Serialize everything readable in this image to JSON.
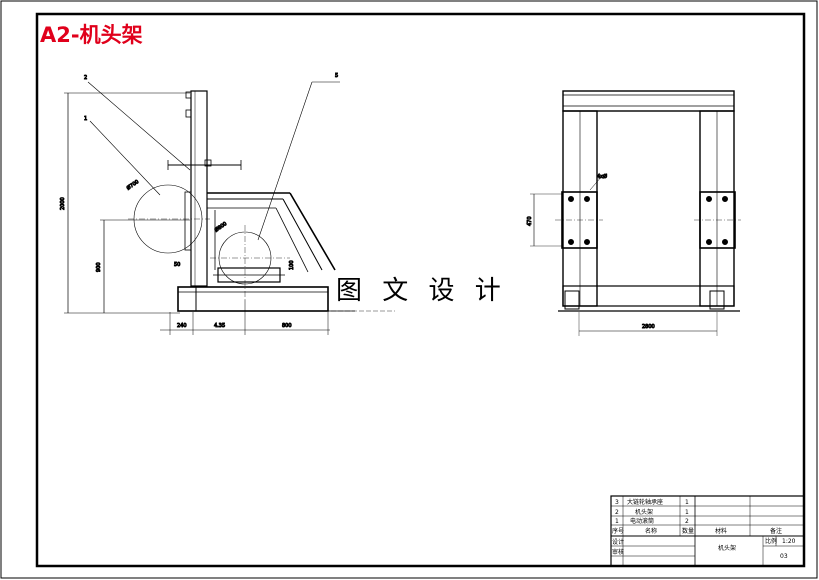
{
  "drawing": {
    "title": "A2-机头架",
    "watermark": "图 文 设 计",
    "colors": {
      "title": "#e0001b",
      "lines": "#000000"
    }
  },
  "side_view": {
    "balloons": [
      "2",
      "1",
      "5"
    ],
    "dimensions": {
      "overall_height": "2000",
      "lower_height": "900",
      "circle_dia_left": "Ø700",
      "circle_dia_right": "Ø800",
      "small_height": "100",
      "small_offset": "50",
      "base_a": "240",
      "base_b": "4.35",
      "base_c": "800"
    }
  },
  "front_view": {
    "dimensions": {
      "block_height": "470",
      "overall_width": "2800",
      "bolt_note": "4xØ"
    }
  },
  "title_block": {
    "bom_rows": [
      {
        "index": "3",
        "name": "大链轮轴承座",
        "qty": "1"
      },
      {
        "index": "2",
        "name": "机头架",
        "qty": "1"
      },
      {
        "index": "1",
        "name": "电动滚筒",
        "qty": "2"
      }
    ],
    "headers": {
      "index": "序号",
      "name": "名称",
      "qty": "数量",
      "material": "材料",
      "remark": "备注"
    },
    "drawing_name": "机头架",
    "scale_label": "比例",
    "scale_value": "1:20",
    "sheet": "03",
    "designer_label": "设计",
    "reviewer_label": "审核"
  }
}
